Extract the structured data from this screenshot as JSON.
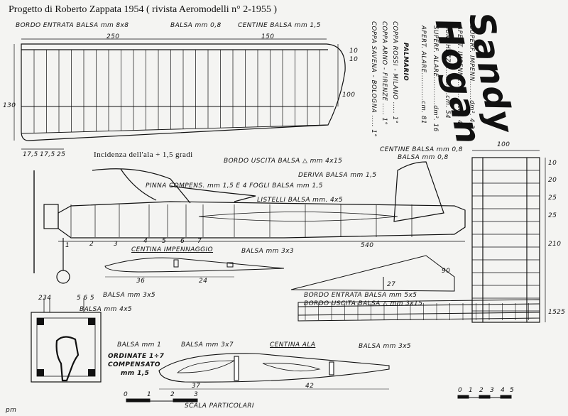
{
  "title": "Progetto di    Roberto Zappata  1954  ( rivista Aeromodelli n° 2-1955 )",
  "logo": "Sandy Hogan",
  "wing": {
    "leading_edge": "BORDO ENTRATA  BALSA mm 8x8",
    "sheet_balsa": "BALSA mm 0,8",
    "ribs": "CENTINE BALSA mm 1,5",
    "trailing_edge": "BORDO USCITA BALSA △ mm 4x15",
    "incidence": "Incidenza dell'ala + 1,5 gradi",
    "dims": [
      "250",
      "150",
      "10",
      "10",
      "100",
      "130",
      "17,5",
      "17,5",
      "25"
    ]
  },
  "specs": {
    "apert_alare": "APERT. ALARE............cm. 81",
    "super_alare": "SUPERF. ALARE............dm². 16",
    "lunghezza": "LUNGHEZZA............cm. 54",
    "apert_impenn": "APERT. IMPENN............cm. 42",
    "super_impenn": "SUPERF. IMPENN........dm². 4,2"
  },
  "palmares": {
    "heading": "PALMARIO",
    "items": [
      "COPPA ROSSI - MILANO ..... 1°",
      "COPPA ARNO - FIRENZE ..... 1°",
      "COPPA SAVENA - BOLOGNA ..... 1°"
    ]
  },
  "fuselage": {
    "fin": "DERIVA BALSA mm 1,5",
    "pinna": "PINNA COMPENS. mm 1,5 E 4 FOGLI BALSA mm 1,5",
    "listelli": "LISTELLI BALSA mm. 4x5",
    "length": "540",
    "stations": [
      "1",
      "2",
      "3",
      "4",
      "5",
      "6",
      "7"
    ]
  },
  "tail_section": {
    "title": "CENTINA IMPENNAGGIO",
    "balsa_top": "BALSA mm 3x3",
    "balsa_bottom": "BALSA mm 3x5",
    "dims": [
      "36",
      "24"
    ]
  },
  "stab": {
    "ribs": "CENTINE BALSA mm 0,8",
    "sheet": "BALSA mm 0,8",
    "dims": [
      "100",
      "10",
      "20",
      "25",
      "25",
      "210",
      "15",
      "25",
      "90",
      "27"
    ],
    "leading_edge": "BORDO ENTRATA  BALSA mm 5x5",
    "trailing_edge": "BORDO USCITA BALSA △ mm 3x15"
  },
  "former": {
    "numbers": [
      "2",
      "3",
      "4",
      "5",
      "6",
      "5"
    ],
    "balsa_top": "BALSA mm 4x5",
    "balsa_bottom": "BALSA mm 1",
    "ordinate": "ORDINATE 1÷7",
    "compensato": "COMPENSATO",
    "thickness": "mm 1,5"
  },
  "wing_section": {
    "title": "CENTINA ALA",
    "balsa_left": "BALSA mm 3x7",
    "balsa_right": "BALSA mm 3x5",
    "dims": [
      "37",
      "42"
    ]
  },
  "scale_parts": {
    "label": "SCALA PARTICOLARI",
    "ticks": [
      "0",
      "1",
      "2",
      "3"
    ]
  },
  "scale_main": {
    "ticks": [
      "0",
      "1",
      "2",
      "3",
      "4",
      "5"
    ]
  },
  "signature": "pm"
}
